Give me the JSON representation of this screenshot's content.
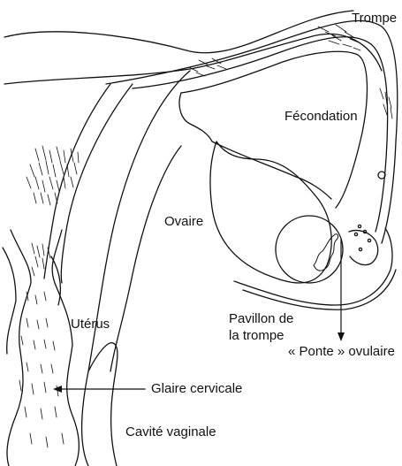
{
  "labels": {
    "trompe": "Trompe",
    "fecondation": "Fécondation",
    "ovaire": "Ovaire",
    "uterus": "Utérus",
    "pavillon_line1": "Pavillon de",
    "pavillon_line2": "la trompe",
    "ponte": "« Ponte » ovulaire",
    "glaire": "Glaire cervicale",
    "cavite": "Cavité vaginale"
  }
}
